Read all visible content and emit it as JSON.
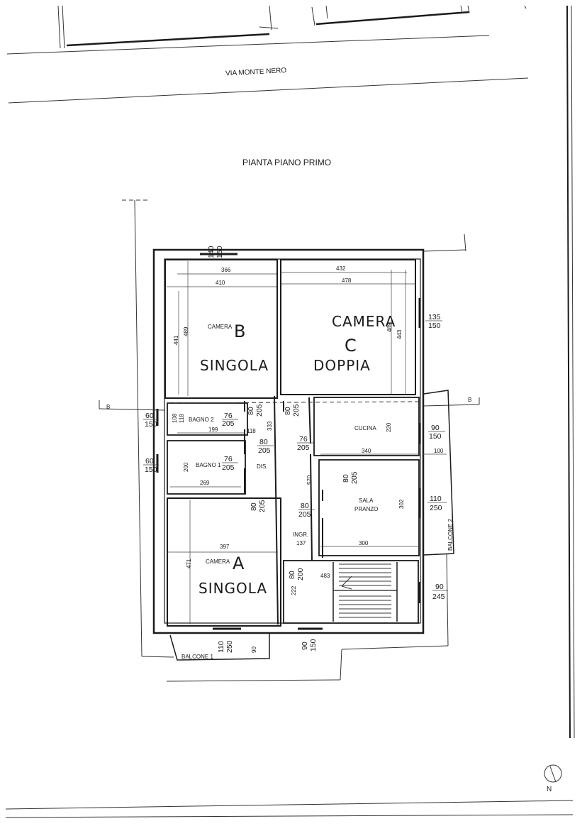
{
  "street": "VIA MONTE NERO",
  "title": "PIANTA PIANO PRIMO",
  "section_marker": "B",
  "north": "N",
  "rooms": {
    "camera_b": {
      "label": "CAMERA",
      "letter": "B",
      "type": "SINGOLA"
    },
    "camera_c": {
      "label": "CAMERA",
      "letter": "C",
      "type": "DOPPIA"
    },
    "camera_a": {
      "label": "CAMERA",
      "letter": "A",
      "type": "SINGOLA"
    },
    "bagno2": "BAGNO 2",
    "bagno1": "BAGNO 1",
    "dis": "DIS.",
    "cucina": "CUCINA",
    "sala": "SALA",
    "pranzo": "PRANZO",
    "ingr": "INGR.",
    "balcone1": "BALCONE 1",
    "balcone2": "BALCONE 2"
  },
  "dims": {
    "d366": "366",
    "d410": "410",
    "d432": "432",
    "d478": "478",
    "d441": "441",
    "d489a": "489",
    "d489b": "489",
    "d443": "443",
    "d118a": "118",
    "d108": "108",
    "d199": "199",
    "d118b": "118",
    "d333": "333",
    "d200": "200",
    "d269": "269",
    "d220": "220",
    "d340": "340",
    "d100": "100",
    "d570": "570",
    "d302": "302",
    "d300": "300",
    "d137": "137",
    "d397": "397",
    "d471": "471",
    "d222": "222",
    "d483": "483",
    "d90": "90"
  },
  "openings": {
    "o140_150": [
      "140",
      "150"
    ],
    "o135_150": [
      "135",
      "150"
    ],
    "o60_150a": [
      "60",
      "150"
    ],
    "o60_150b": [
      "60",
      "150"
    ],
    "o76_205a": [
      "76",
      "205"
    ],
    "o76_205b": [
      "76",
      "205"
    ],
    "o76_205c": [
      "76",
      "205"
    ],
    "o80_205a": [
      "80",
      "205"
    ],
    "o80_205b": [
      "80",
      "205"
    ],
    "o80_205c": [
      "80",
      "205"
    ],
    "o80_205d": [
      "80",
      "205"
    ],
    "o80_205e": [
      "80",
      "205"
    ],
    "o80_205f": [
      "80",
      "205"
    ],
    "o80_200": [
      "80",
      "200"
    ],
    "o90_150a": [
      "90",
      "150"
    ],
    "o90_150b": [
      "90",
      "150"
    ],
    "o110_250a": [
      "110",
      "250"
    ],
    "o110_250b": [
      "110",
      "250"
    ],
    "o90_245": [
      "90",
      "245"
    ]
  }
}
